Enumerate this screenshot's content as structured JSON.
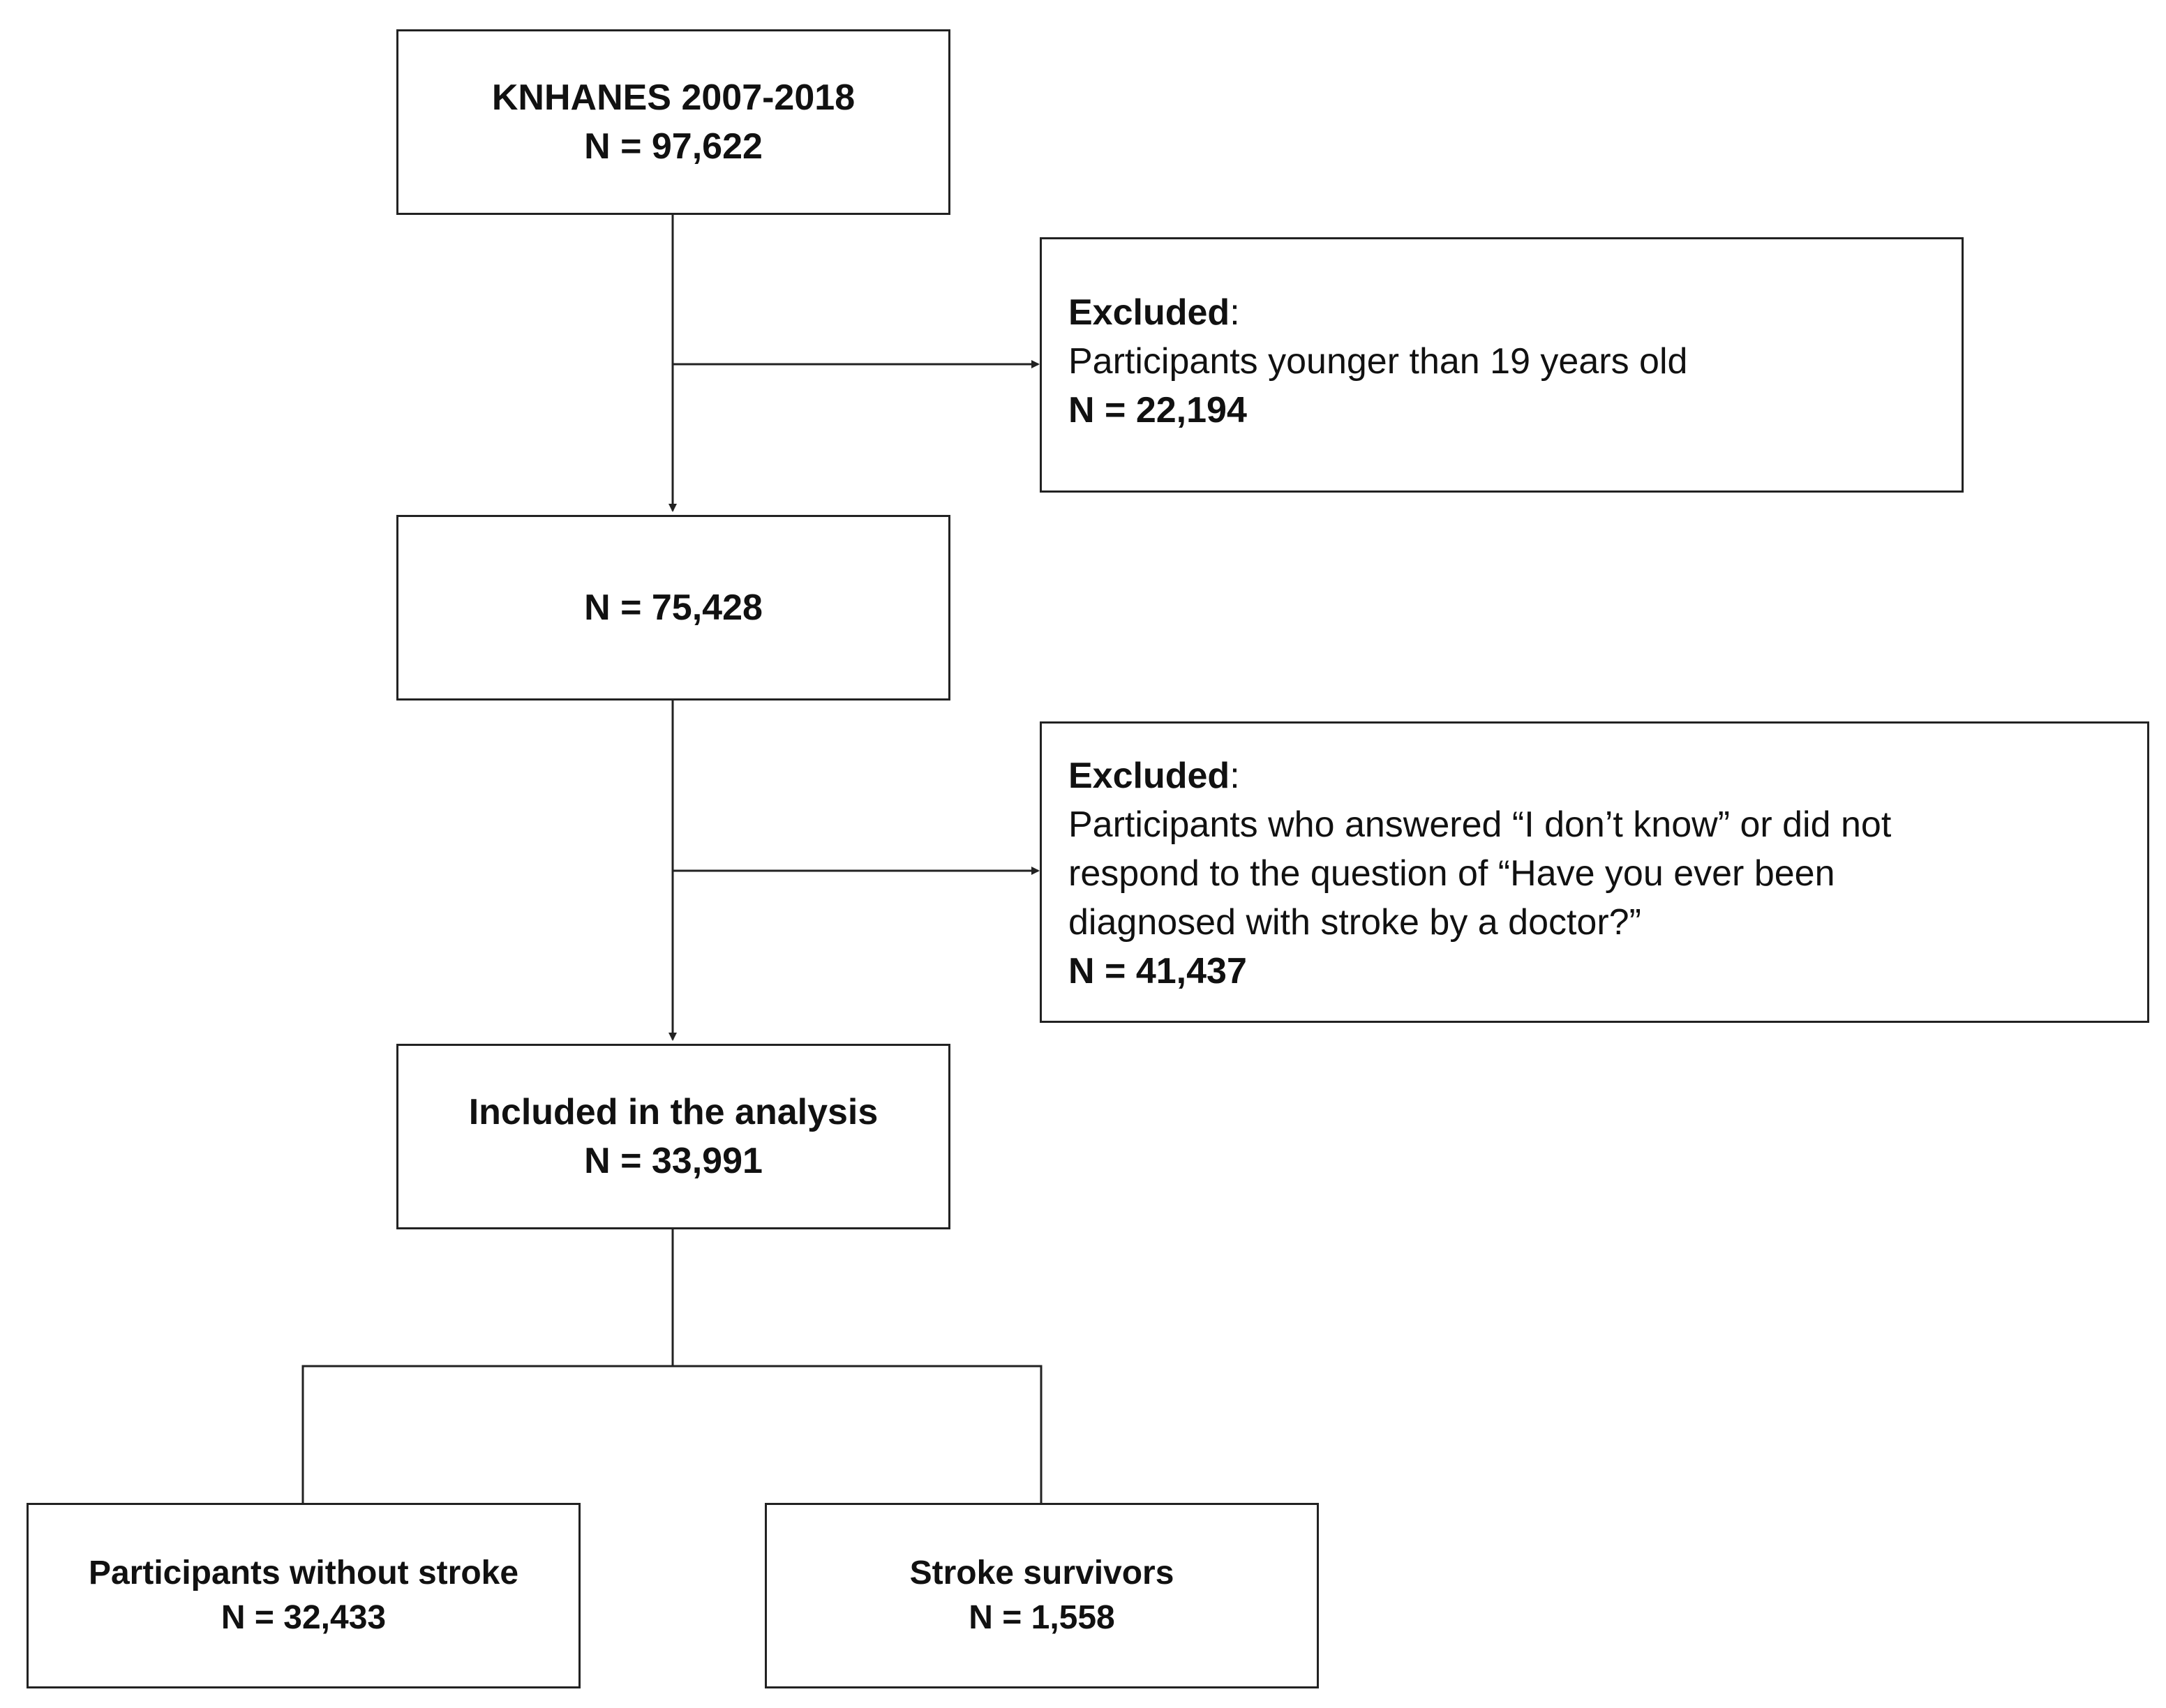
{
  "boxes": {
    "source": {
      "title": "KNHANES 2007-2018",
      "n": "N = 97,622"
    },
    "exclusion_age": {
      "heading": "Excluded",
      "colon": ":",
      "text": "Participants younger than 19 years old",
      "n": "N = 22,194"
    },
    "after_age": {
      "n": "N = 75,428"
    },
    "exclusion_response": {
      "heading": "Excluded",
      "colon": ":",
      "text_lines": [
        "Participants who answered “I don’t know” or  did not",
        "respond to the question of “Have you ever been",
        "diagnosed with stroke by a doctor?”"
      ],
      "n": "N = 41,437"
    },
    "included": {
      "title": "Included in the analysis",
      "n": "N = 33,991"
    },
    "no_stroke": {
      "title": "Participants without stroke",
      "n": "N = 32,433"
    },
    "stroke": {
      "title": "Stroke survivors",
      "n": "N = 1,558"
    }
  },
  "colors": {
    "border": "#222222",
    "text": "#111111",
    "background": "#ffffff"
  }
}
